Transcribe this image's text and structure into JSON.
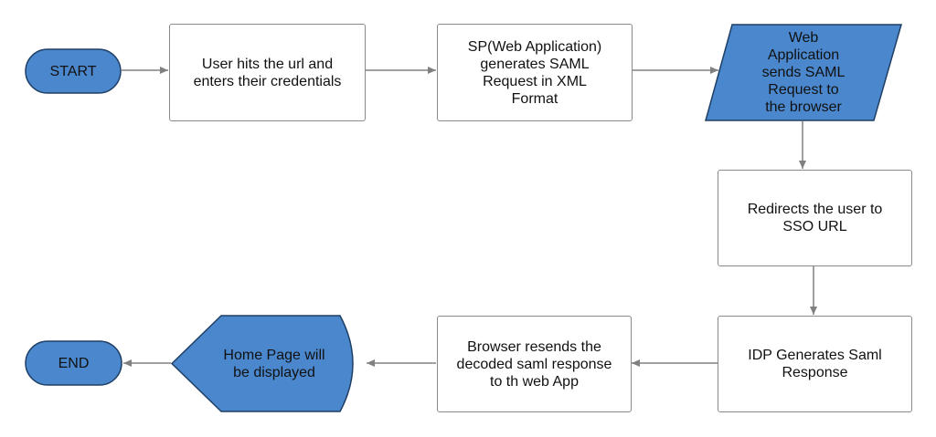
{
  "colors": {
    "fill_blue": "#4a87cc",
    "stroke_blue": "#1f3f66",
    "box_border": "#8a8a8a",
    "arrow": "#808080"
  },
  "nodes": {
    "start": "START",
    "user_hits_url": "User hits the url and enters their credentials",
    "sp_generates_request": "SP(Web Application) generates SAML Request in XML Format",
    "web_app_sends_request": "Web Application sends SAML Request to the browser",
    "redirect_sso": "Redirects the user to SSO URL",
    "idp_generates_response": "IDP Generates Saml Response",
    "browser_resends": "Browser resends the decoded saml response to th web App",
    "home_page": "Home Page will be displayed",
    "end": "END"
  }
}
